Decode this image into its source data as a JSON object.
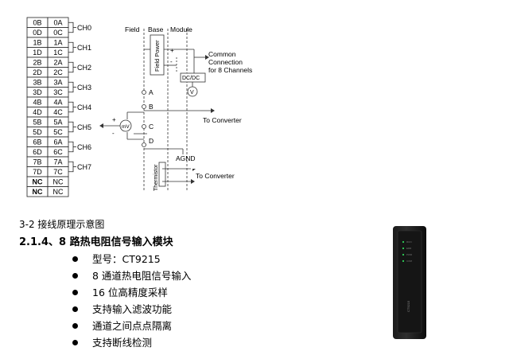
{
  "terminal_block": {
    "rows": [
      {
        "left": "0B",
        "mid": "0A"
      },
      {
        "left": "0D",
        "mid": "0C"
      },
      {
        "left": "1B",
        "mid": "1A"
      },
      {
        "left": "1D",
        "mid": "1C"
      },
      {
        "left": "2B",
        "mid": "2A"
      },
      {
        "left": "2D",
        "mid": "2C"
      },
      {
        "left": "3B",
        "mid": "3A"
      },
      {
        "left": "3D",
        "mid": "3C"
      },
      {
        "left": "4B",
        "mid": "4A"
      },
      {
        "left": "4D",
        "mid": "4C"
      },
      {
        "left": "5B",
        "mid": "5A"
      },
      {
        "left": "5D",
        "mid": "5C"
      },
      {
        "left": "6B",
        "mid": "6A"
      },
      {
        "left": "6D",
        "mid": "6C"
      },
      {
        "left": "7B",
        "mid": "7A"
      },
      {
        "left": "7D",
        "mid": "7C"
      },
      {
        "left": "NC",
        "mid": "NC"
      },
      {
        "left": "NC",
        "mid": "NC"
      }
    ],
    "channels": [
      "CH0",
      "CH1",
      "CH2",
      "CH3",
      "CH4",
      "CH5",
      "CH6",
      "CH7"
    ]
  },
  "wiring": {
    "field_label": "Field",
    "base_label": "Base",
    "module_label": "Module",
    "field_power_label": "Field Power",
    "plus_sign": "+",
    "minus_sign": "-",
    "common_line1": "Common",
    "common_line2": "Connection",
    "common_line3": "for 8 Channels",
    "dcdc_label": "DC/DC",
    "v_label": "V",
    "mv_label": "mV",
    "terminal_a": "A",
    "terminal_b": "B",
    "terminal_c": "C",
    "terminal_d": "D",
    "to_converter_1": "To Converter",
    "agnd": "AGND",
    "thermistor": "Thermistor",
    "to_converter_2": "To Converter"
  },
  "caption": "3-2  接线原理示意图",
  "section_heading": "2.1.4、8 路热电阻信号输入模块",
  "features": [
    "型号：CT9215",
    "8 通道热电阻信号输入",
    "16 位高精度采样",
    "支持输入滤波功能",
    "通道之间点点隔离",
    "支持断线检测"
  ],
  "device_label": "CT9215"
}
